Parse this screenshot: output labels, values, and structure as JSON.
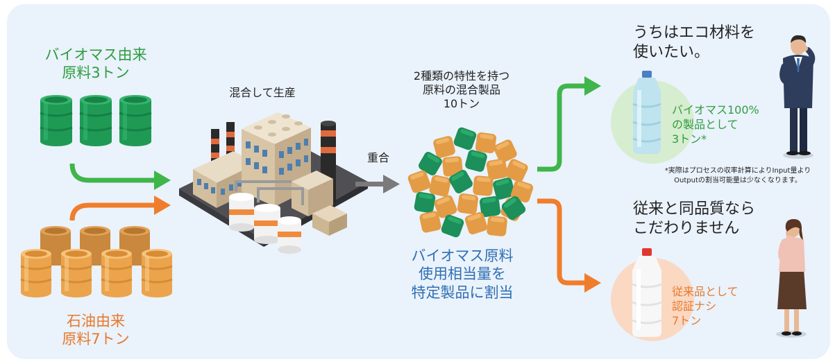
{
  "colors": {
    "panel": "#eaf2fb",
    "green_arrow": "#3fb54a",
    "orange_arrow": "#f07d2b",
    "gray_arrow": "#7a7a7a",
    "green_text": "#2e9d3f",
    "orange_text": "#e8782a",
    "blue_text": "#2f6fb3",
    "green_barrel": "#1e9a55",
    "orange_barrel": "#eba44c",
    "pellet_green": "#1c8f5a",
    "pellet_orange": "#e39b45"
  },
  "bio_source": {
    "line1": "バイオマス由来",
    "line2": "原料3トン"
  },
  "fossil_source": {
    "line1": "石油由来",
    "line2": "原料7トン"
  },
  "factory": {
    "label": "混合して生産"
  },
  "polymerization": {
    "label": "重合"
  },
  "mixed_product": {
    "line1": "2種類の特性を持つ",
    "line2": "原料の混合製品",
    "line3": "10トン"
  },
  "allocation": {
    "line1": "バイオマス原料",
    "line2": "使用相当量を",
    "line3": "特定製品に割当"
  },
  "eco_customer": {
    "speech_line1": "うちはエコ材料を",
    "speech_line2": "使いたい。"
  },
  "bio_product": {
    "line1": "バイオマス100%",
    "line2": "の製品として",
    "line3": "3トン*"
  },
  "footnote": {
    "line1": "*実際はプロセスの収率計算によりInput量より",
    "line2": "Outputの割当可能量は少なくなります。"
  },
  "conventional_customer": {
    "speech_line1": "従来と同品質なら",
    "speech_line2": "こだわりません"
  },
  "conventional_product": {
    "line1": "従来品として",
    "line2": "認証ナシ",
    "line3": "7トン"
  },
  "icons": [
    "green-barrel-icon",
    "orange-barrel-icon",
    "factory-icon",
    "pellets-icon",
    "bottle-icon",
    "businessman-icon",
    "businesswoman-icon"
  ]
}
